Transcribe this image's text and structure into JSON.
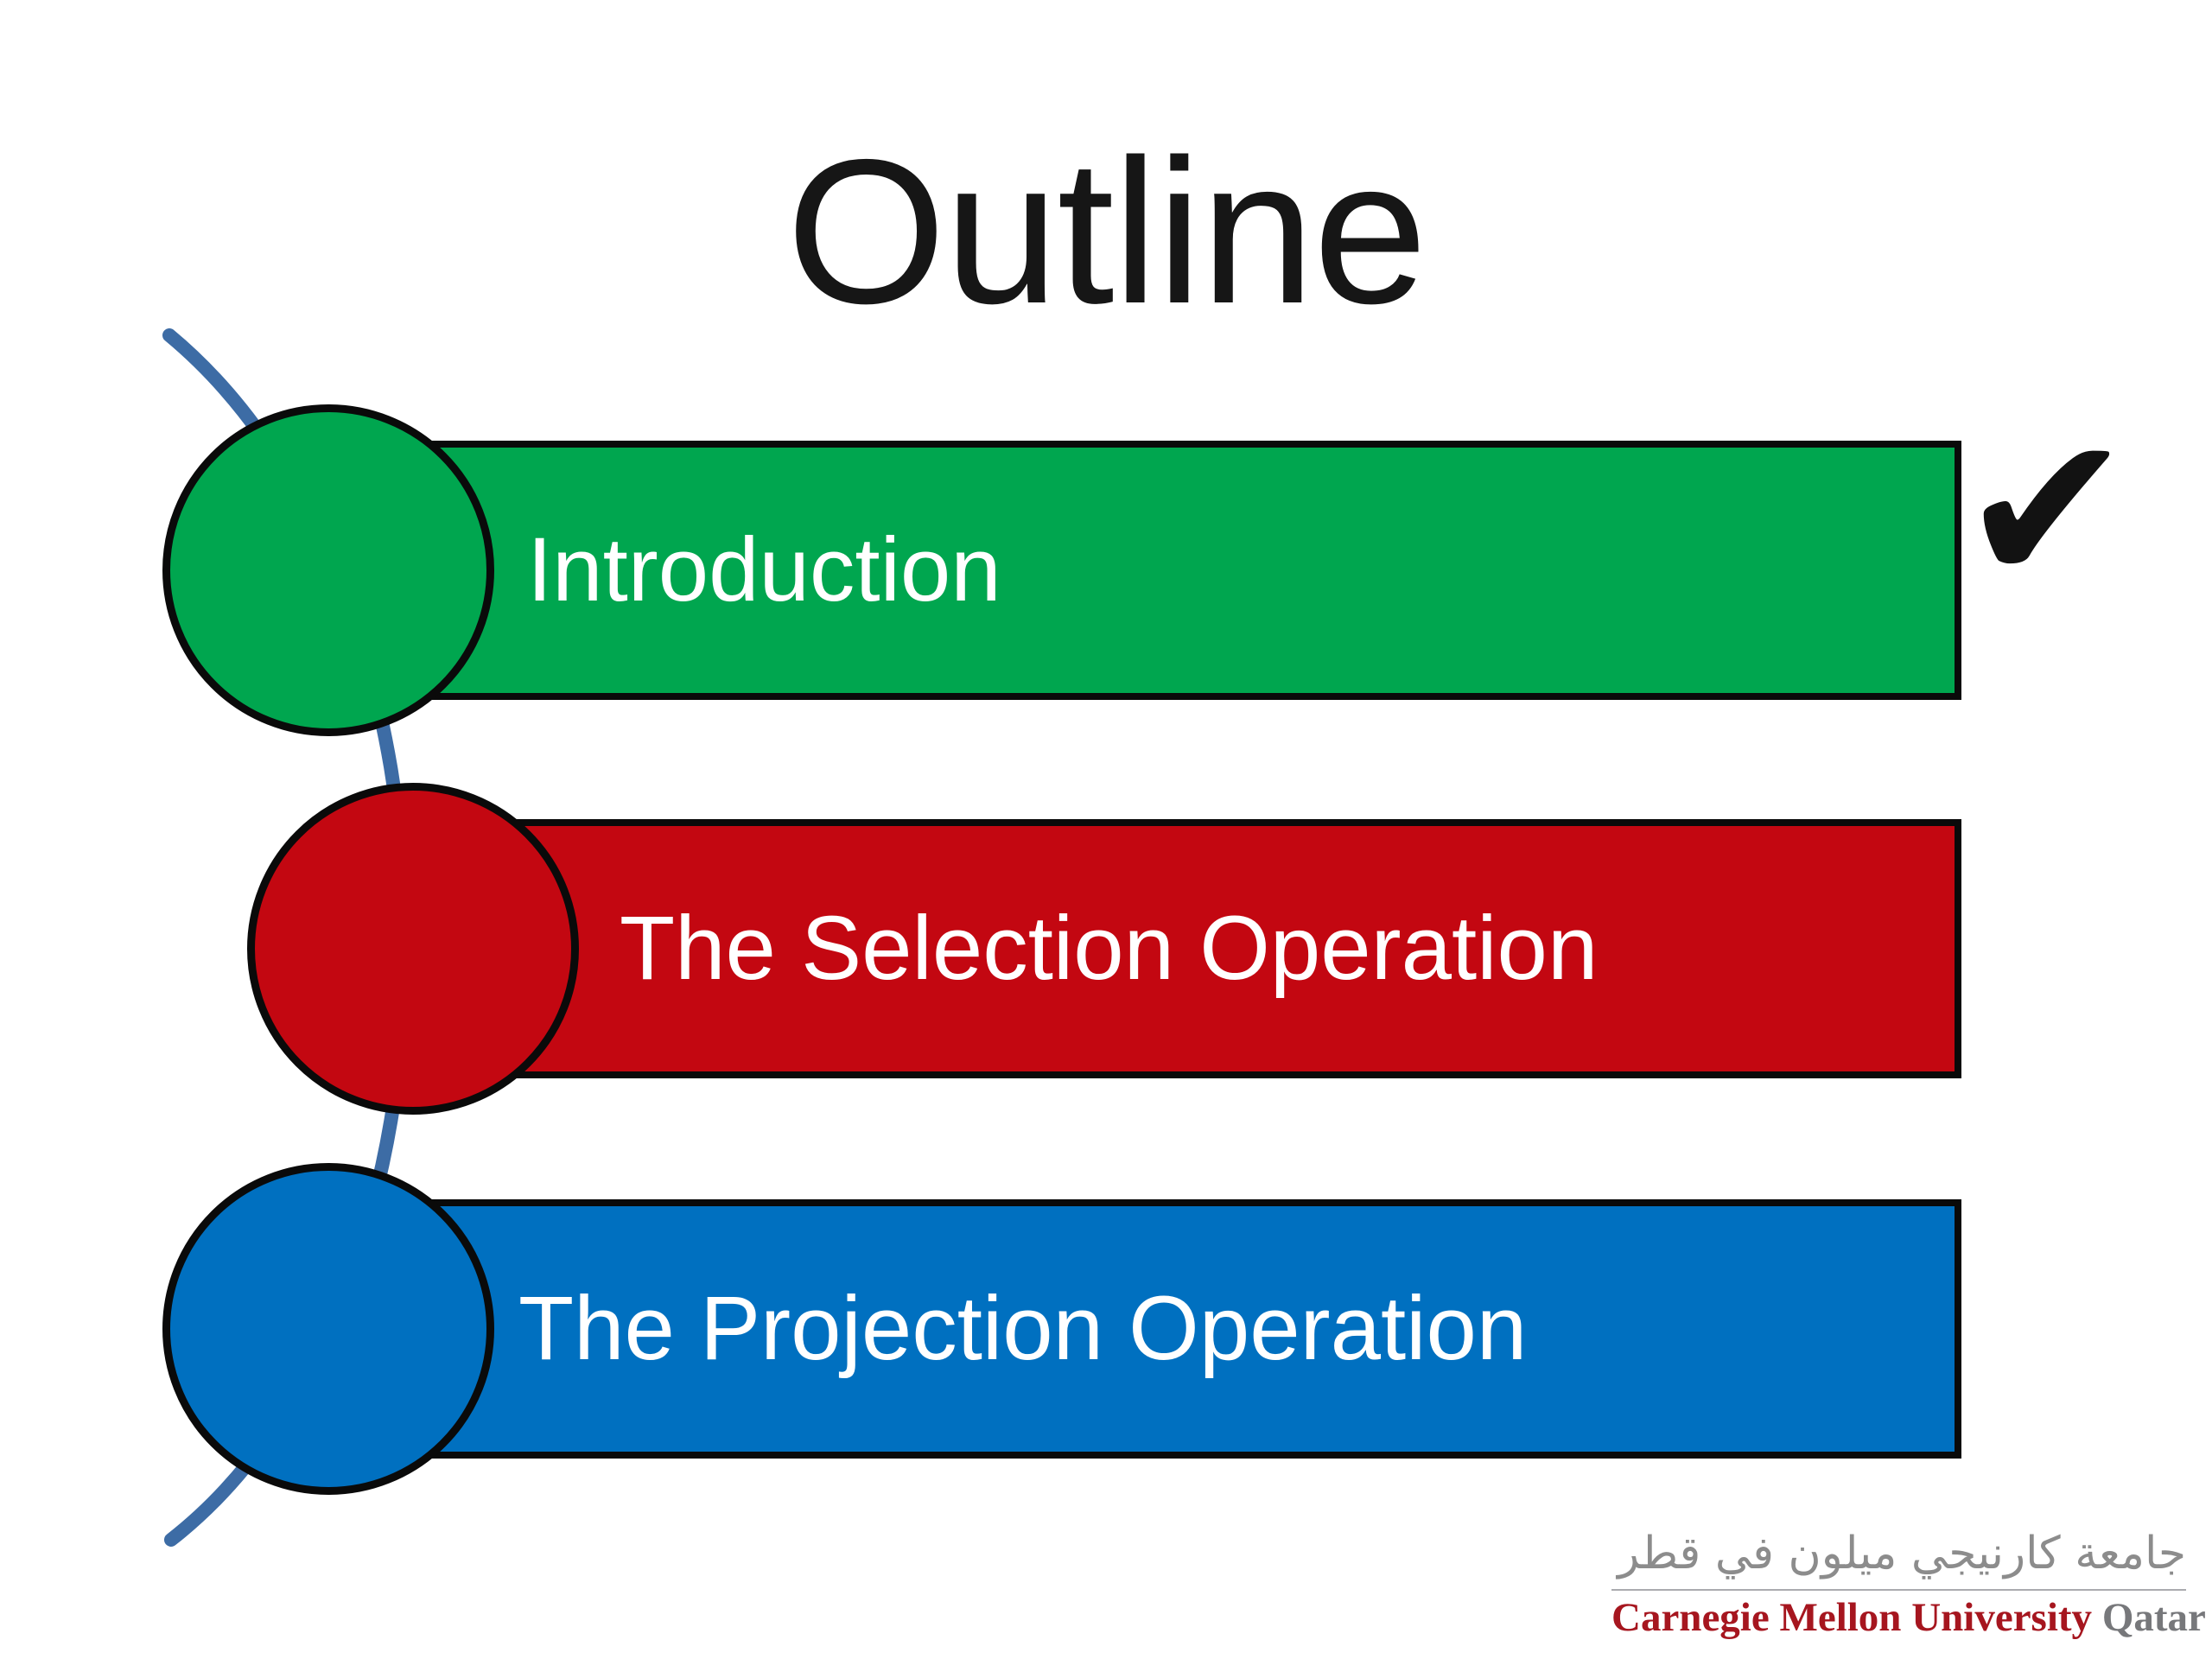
{
  "slide": {
    "title": "Outline",
    "check_glyph": "✔",
    "colors": {
      "green": "#00A64F",
      "red": "#C30711",
      "blue": "#0070C0",
      "connector": "#3D6CA5",
      "check": "#121212"
    },
    "items": [
      {
        "label": "Introduction",
        "checked": true
      },
      {
        "label": "The Selection Operation",
        "checked": false
      },
      {
        "label": "The Projection Operation",
        "checked": false
      }
    ],
    "footer_logo": {
      "arabic": "جامعة كارنيجي ميلون في قطر",
      "english_main": "Carnegie Mellon University",
      "english_suffix": " Qatar",
      "arabic_color": "#8C8C8C",
      "main_color": "#A6161F",
      "suffix_color": "#77787B"
    }
  }
}
